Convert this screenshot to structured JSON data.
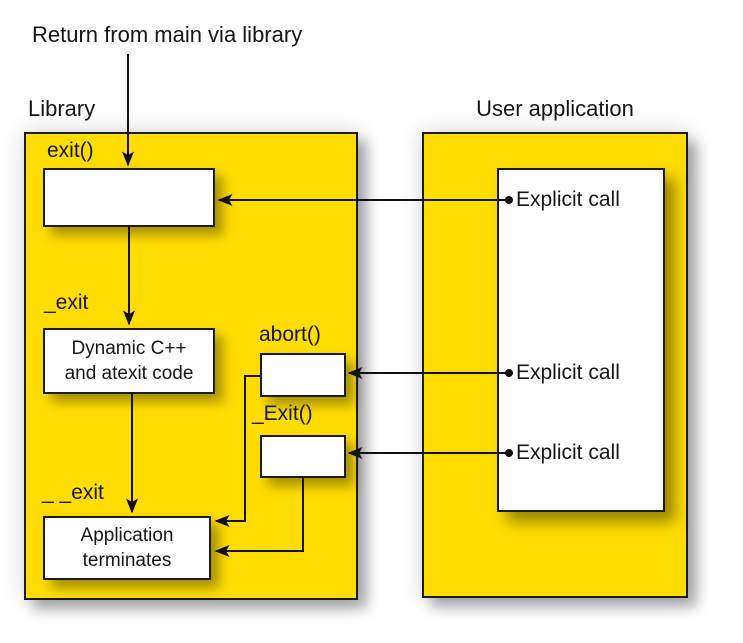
{
  "colors": {
    "panel_yellow": "#ffdd00",
    "line_black": "#111111",
    "box_white": "#ffffff",
    "border_dark": "#1b1b1b"
  },
  "heading": {
    "return_label": "Return from main via library"
  },
  "library": {
    "title": "Library",
    "exit_label": "exit()",
    "uexit_label": "_exit",
    "dynamic_line1": "Dynamic C++",
    "dynamic_line2": "and atexit code",
    "abort_label": "abort()",
    "capexit_label": "_Exit()",
    "ddexit_label": "_ _exit",
    "term_line1": "Application",
    "term_line2": "terminates"
  },
  "user_application": {
    "title": "User application",
    "calls": [
      {
        "label": "Explicit call"
      },
      {
        "label": "Explicit call"
      },
      {
        "label": "Explicit call"
      }
    ]
  }
}
